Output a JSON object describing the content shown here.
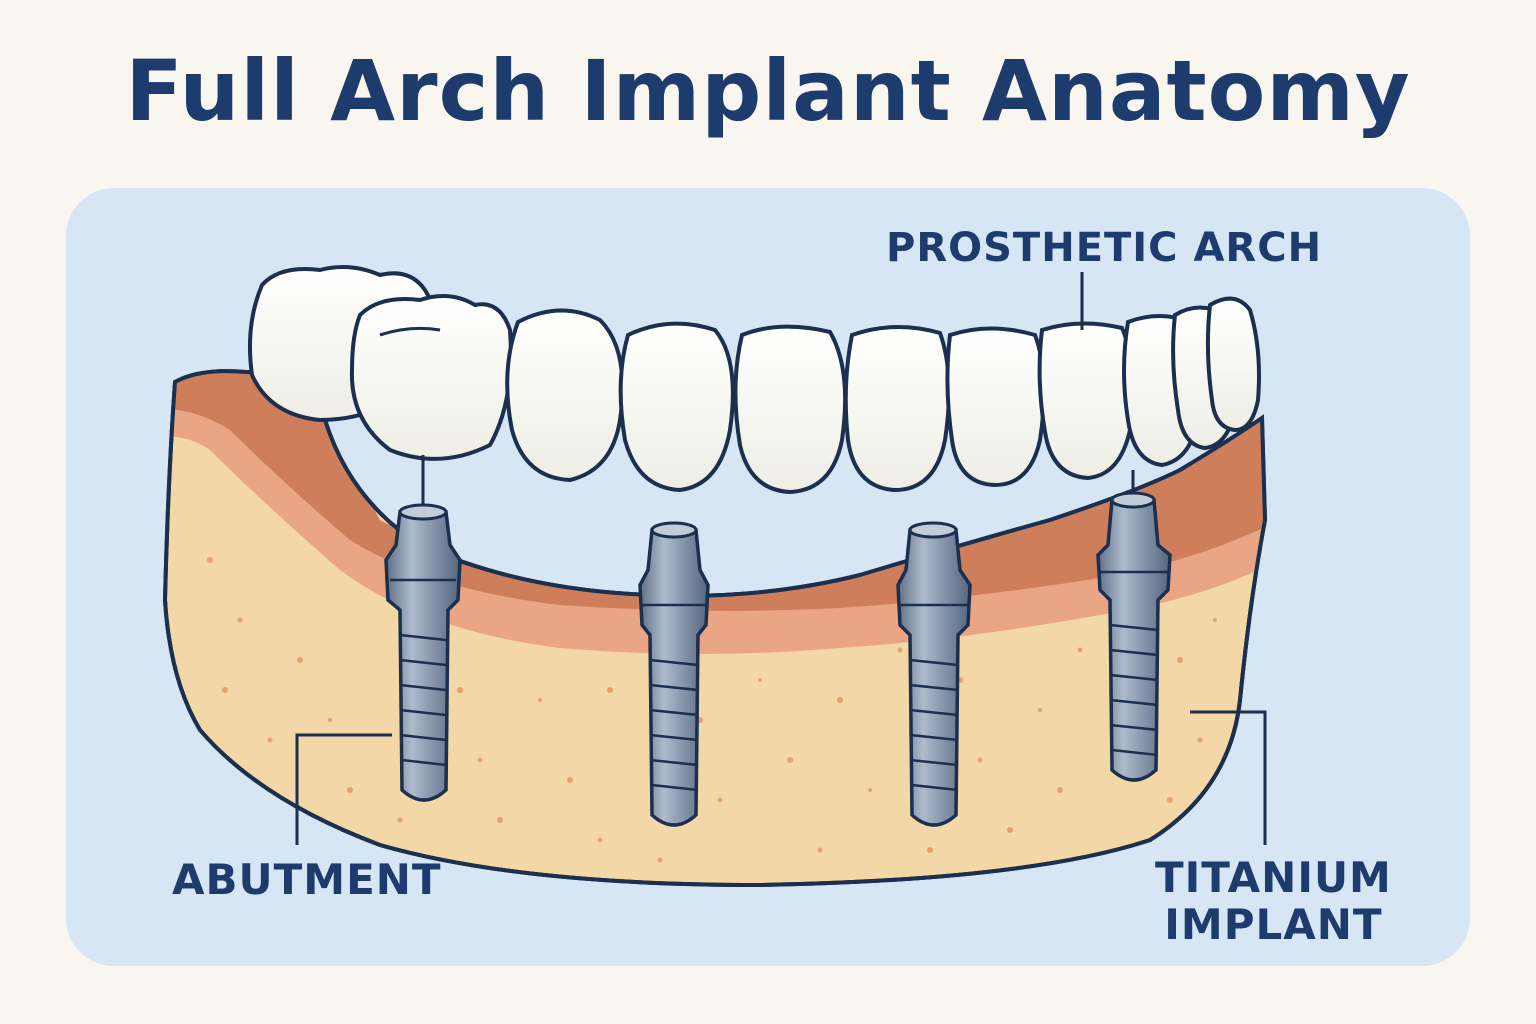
{
  "title": "Full Arch Implant Anatomy",
  "labels": {
    "prosthetic_arch": "PROSTHETIC ARCH",
    "abutment": "ABUTMENT",
    "titanium_line1": "TITANIUM",
    "titanium_line2": "IMPLANT"
  },
  "colors": {
    "title": "#1d3b6c",
    "background": "#f9f6ef",
    "panel": "#d6e6f4",
    "bone": "#f4d7a6",
    "gum": "#cf7e5c",
    "gum_light": "#e9a584",
    "teeth": "#fbfbf8",
    "implant": "#7e8da3",
    "outline": "#1b2f4e"
  }
}
